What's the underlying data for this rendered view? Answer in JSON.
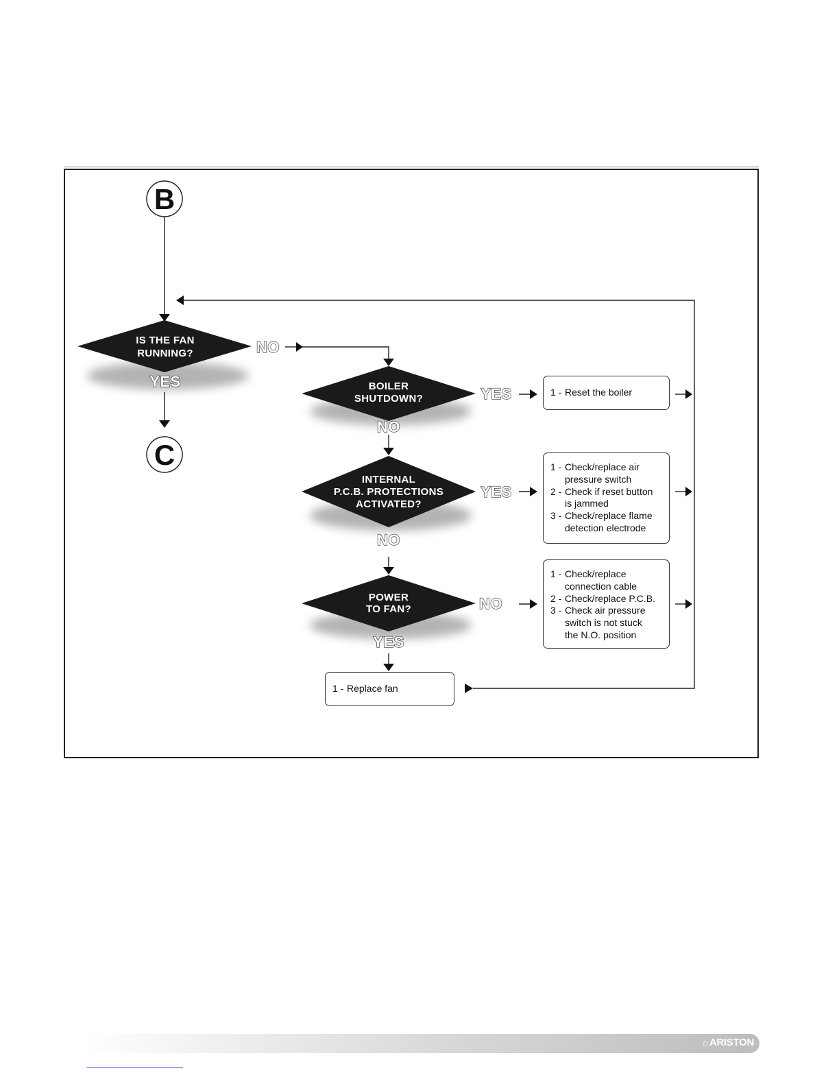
{
  "connectors": {
    "start": "B",
    "end": "C"
  },
  "decisions": {
    "fan_running": {
      "lines": [
        "IS THE FAN",
        "RUNNING?"
      ],
      "yes_label": "YES",
      "no_label": "NO"
    },
    "boiler_shutdown": {
      "lines": [
        "BOILER",
        "SHUTDOWN?"
      ],
      "yes_label": "YES",
      "no_label": "NO"
    },
    "pcb_protections": {
      "lines": [
        "INTERNAL",
        "P.C.B. PROTECTIONS",
        "ACTIVATED?"
      ],
      "yes_label": "YES",
      "no_label": "NO"
    },
    "power_to_fan": {
      "lines": [
        "POWER",
        "TO FAN?"
      ],
      "yes_label": "YES",
      "no_label": "NO"
    }
  },
  "actions": {
    "reset": [
      {
        "num": "1 -",
        "lines": [
          "Reset the boiler"
        ]
      }
    ],
    "pcb": [
      {
        "num": "1 -",
        "lines": [
          "Check/replace air",
          "pressure switch"
        ]
      },
      {
        "num": "2 -",
        "lines": [
          "Check if reset button",
          "is jammed"
        ]
      },
      {
        "num": "3 -",
        "lines": [
          "Check/replace flame",
          "detection electrode"
        ]
      }
    ],
    "power": [
      {
        "num": "1 -",
        "lines": [
          "Check/replace",
          "connection cable"
        ]
      },
      {
        "num": "2 -",
        "lines": [
          "Check/replace P.C.B."
        ]
      },
      {
        "num": "3 -",
        "lines": [
          "Check air pressure",
          "switch is not stuck",
          "the N.O. position"
        ]
      }
    ],
    "fan": [
      {
        "num": "1 -",
        "lines": [
          "Replace fan"
        ]
      }
    ]
  },
  "footer": {
    "brand": "ARISTON",
    "brand_icon": "house-icon"
  }
}
